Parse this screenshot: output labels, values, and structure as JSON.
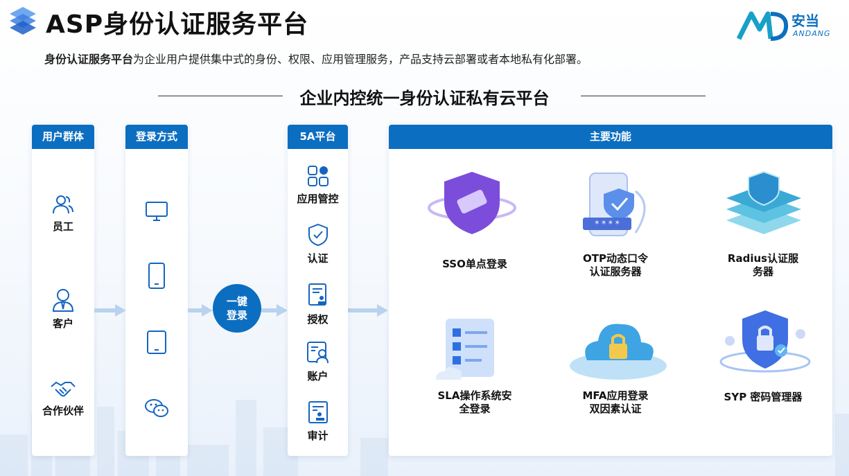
{
  "header": {
    "title": "ASP身份认证服务平台",
    "brand_cn": "安当",
    "brand_en": "ANDANG",
    "subtitle_bold": "身份认证服务平台",
    "subtitle_rest": "为企业用户提供集中式的身份、权限、应用管理服务，产品支持云部署或者本地私有化部署。"
  },
  "section_title": "企业内控统一身份认证私有云平台",
  "columns": {
    "users": {
      "title": "用户群体",
      "items": [
        {
          "label": "员工",
          "icon": "users-icon"
        },
        {
          "label": "客户",
          "icon": "customer-icon"
        },
        {
          "label": "合作伙伴",
          "icon": "handshake-icon"
        }
      ]
    },
    "login": {
      "title": "登录方式",
      "items": [
        {
          "icon": "monitor-icon"
        },
        {
          "icon": "phone-icon"
        },
        {
          "icon": "tablet-icon"
        },
        {
          "icon": "wechat-icon"
        }
      ]
    },
    "platform": {
      "title": "5A平台",
      "items": [
        {
          "label": "应用管控",
          "icon": "apps-icon"
        },
        {
          "label": "认证",
          "icon": "shield-check-icon"
        },
        {
          "label": "授权",
          "icon": "document-stamp-icon"
        },
        {
          "label": "账户",
          "icon": "account-icon"
        },
        {
          "label": "审计",
          "icon": "audit-icon"
        }
      ]
    }
  },
  "onekey": {
    "line1": "一键",
    "line2": "登录"
  },
  "features": {
    "title": "主要功能",
    "items": [
      {
        "line1": "SSO单点登录",
        "line2": ""
      },
      {
        "line1": "OTP动态口令",
        "line2": "认证服务器"
      },
      {
        "line1": "Radius认证服",
        "line2": "务器"
      },
      {
        "line1": "SLA操作系统安",
        "line2": "全登录"
      },
      {
        "line1": "MFA应用登录",
        "line2": "双因素认证"
      },
      {
        "line1": "SYP 密码管理器",
        "line2": ""
      }
    ]
  },
  "colors": {
    "accent": "#0c6ec0",
    "arrow": "#b9d3ef"
  }
}
